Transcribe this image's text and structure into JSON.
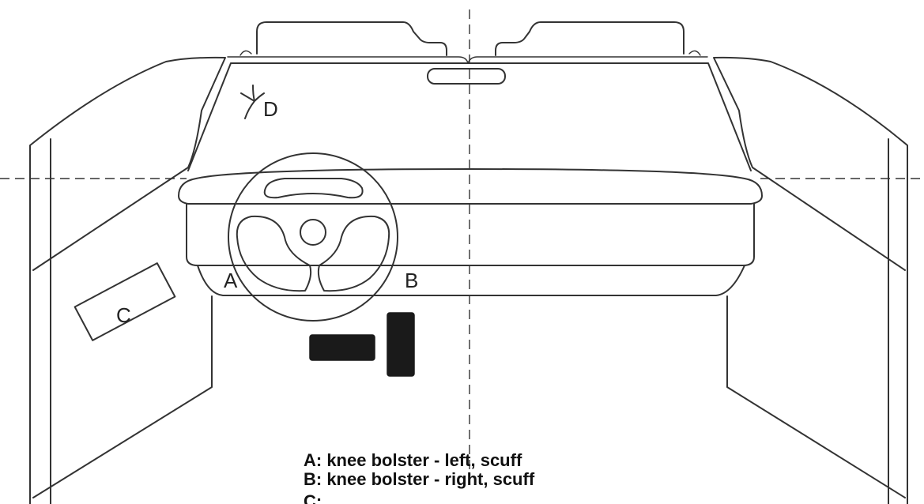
{
  "labels": {
    "a": "A",
    "b": "B",
    "c": "C",
    "d": "D"
  },
  "legend": [
    "A: knee bolster - left, scuff",
    "B: knee bolster - right, scuff",
    "C: ..."
  ]
}
